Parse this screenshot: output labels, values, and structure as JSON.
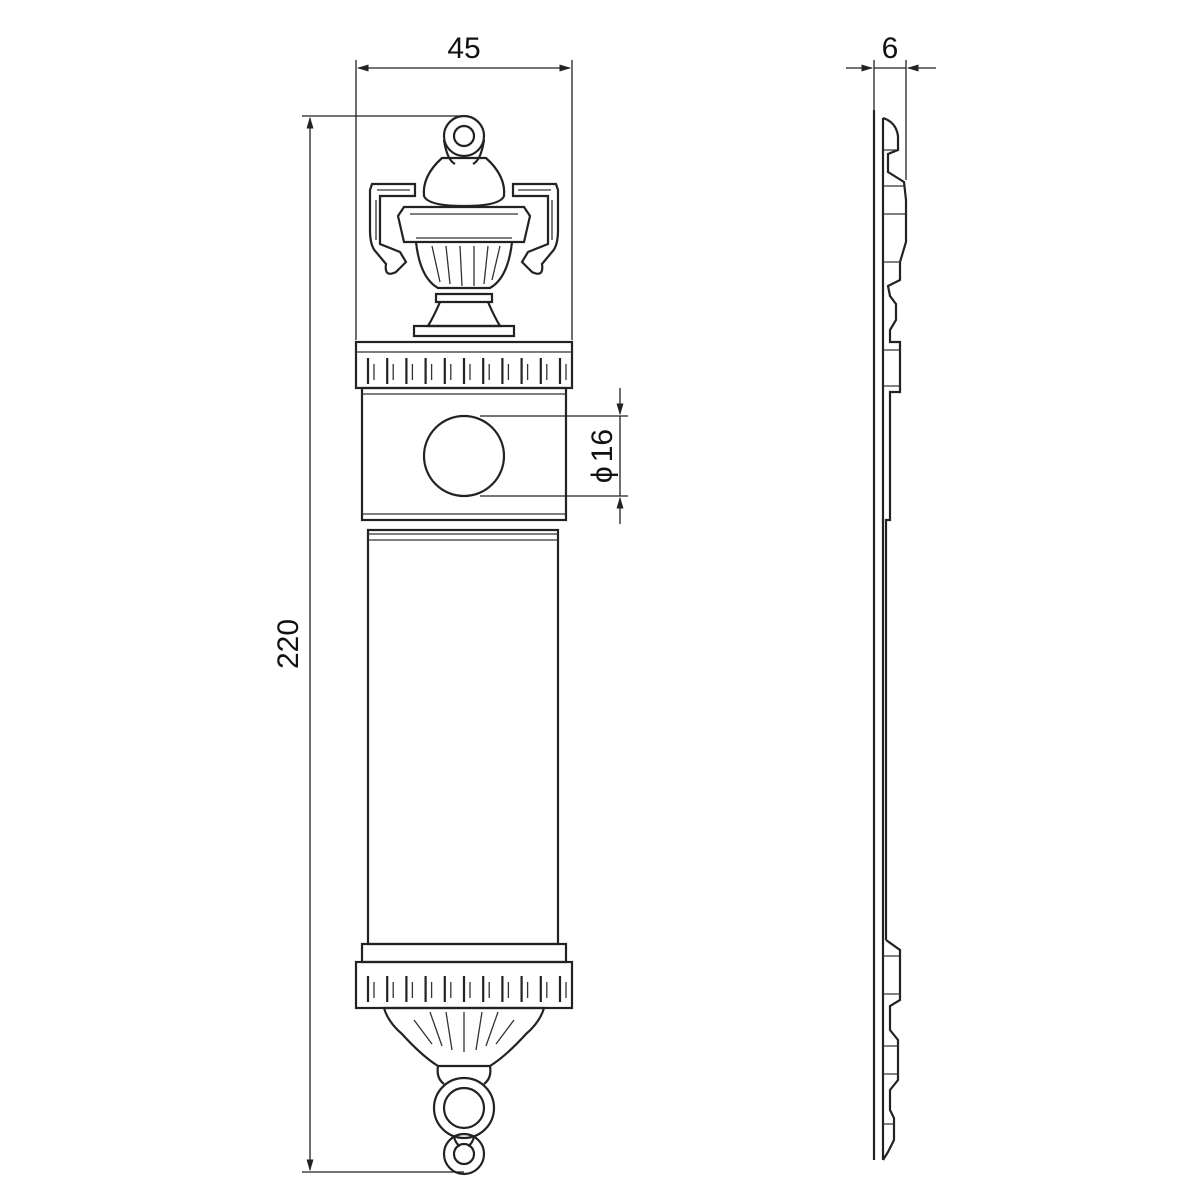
{
  "dimensions": {
    "width_label": "45",
    "height_label": "220",
    "depth_label": "6",
    "hole_diameter_label": "16",
    "hole_diameter_symbol": "ϕ"
  },
  "colors": {
    "line": "#222222",
    "background": "#ffffff"
  }
}
